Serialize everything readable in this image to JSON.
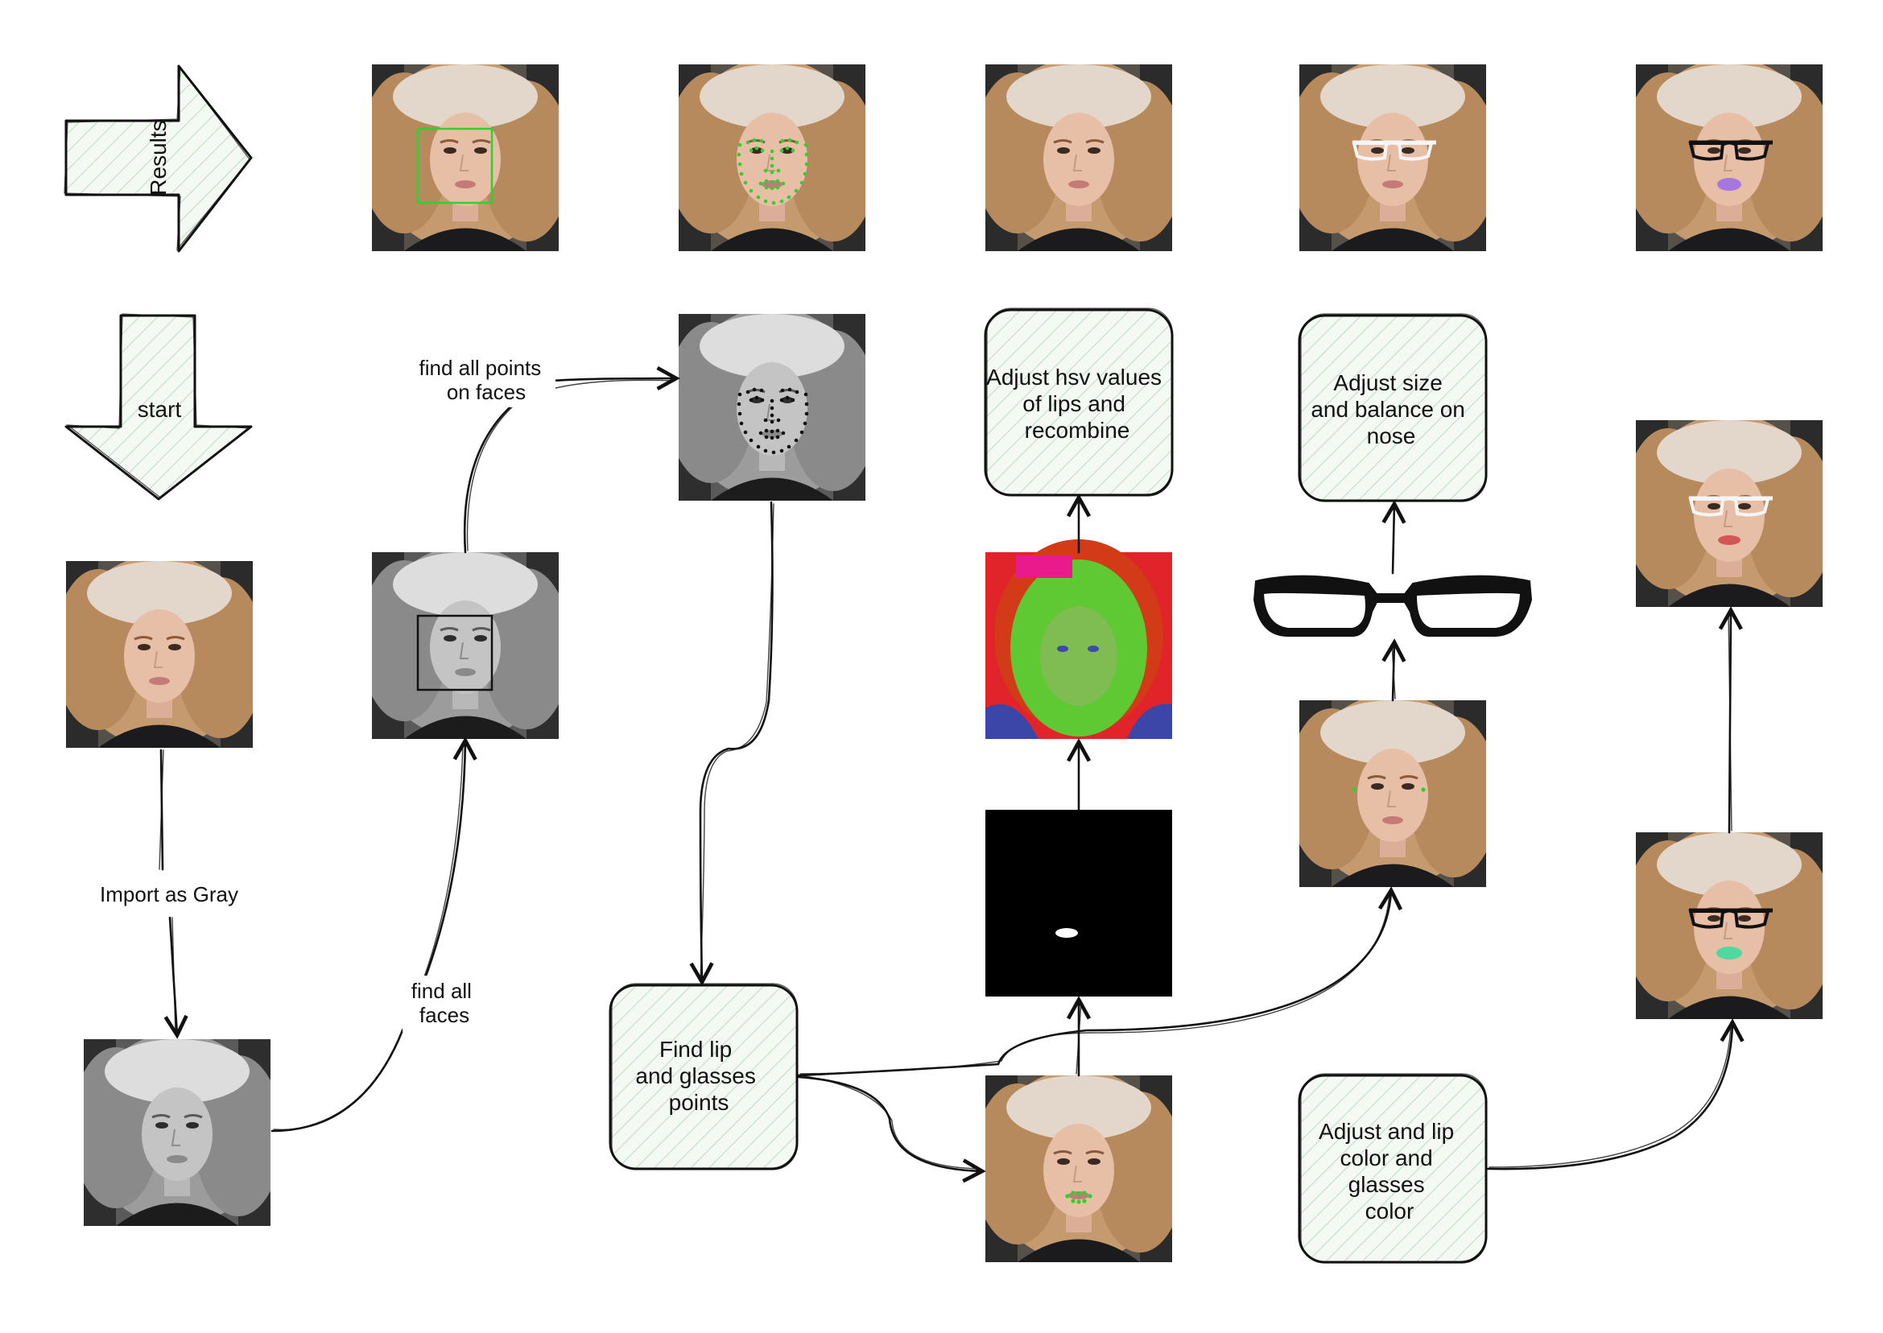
{
  "legend": {
    "results_arrow_label": "Results",
    "start_arrow_label": "start"
  },
  "colors": {
    "hatch": "#cfe3cf",
    "box_fill": "#f4faf3",
    "stroke": "#111111",
    "detect_green": "#2fd12f",
    "lip_purple": "#a777e0",
    "lip_teal": "#4fd8a0",
    "lip_red": "#d35656"
  },
  "process_boxes": {
    "find_points": [
      "Find lip",
      "and glasses",
      "points"
    ],
    "adjust_hsv": [
      "Adjust hsv values",
      "of lips and",
      "recombine"
    ],
    "adjust_size": [
      "Adjust size",
      "and balance on",
      "nose"
    ],
    "adjust_color": [
      "Adjust and lip",
      "color and",
      "glasses",
      "color"
    ]
  },
  "edge_labels": {
    "import_gray": "Import as Gray",
    "find_faces": [
      "find all",
      "faces"
    ],
    "find_points": [
      "find all points",
      "on faces"
    ]
  },
  "images": {
    "results": [
      {
        "name": "result-face-detected",
        "overlay": "face-box"
      },
      {
        "name": "result-landmarks",
        "overlay": "landmarks"
      },
      {
        "name": "result-lip-adjusted",
        "overlay": "none"
      },
      {
        "name": "result-white-glasses",
        "overlay": "white-glasses"
      },
      {
        "name": "result-black-glasses-purple-lips",
        "overlay": "black-glasses-purple-lips"
      }
    ],
    "pipeline": [
      {
        "name": "input-color-photo",
        "mode": "color"
      },
      {
        "name": "gray-photo",
        "mode": "gray"
      },
      {
        "name": "gray-face-box",
        "mode": "gray"
      },
      {
        "name": "gray-landmarks",
        "mode": "gray"
      },
      {
        "name": "lip-points-photo",
        "mode": "color"
      },
      {
        "name": "lip-mask",
        "mode": "mask"
      },
      {
        "name": "hsv-image",
        "mode": "hsv"
      },
      {
        "name": "eye-points-photo",
        "mode": "color"
      },
      {
        "name": "glasses-template",
        "mode": "glasses"
      },
      {
        "name": "white-glasses-red-lips",
        "mode": "color"
      },
      {
        "name": "black-glasses-teal-lips",
        "mode": "color"
      }
    ]
  }
}
